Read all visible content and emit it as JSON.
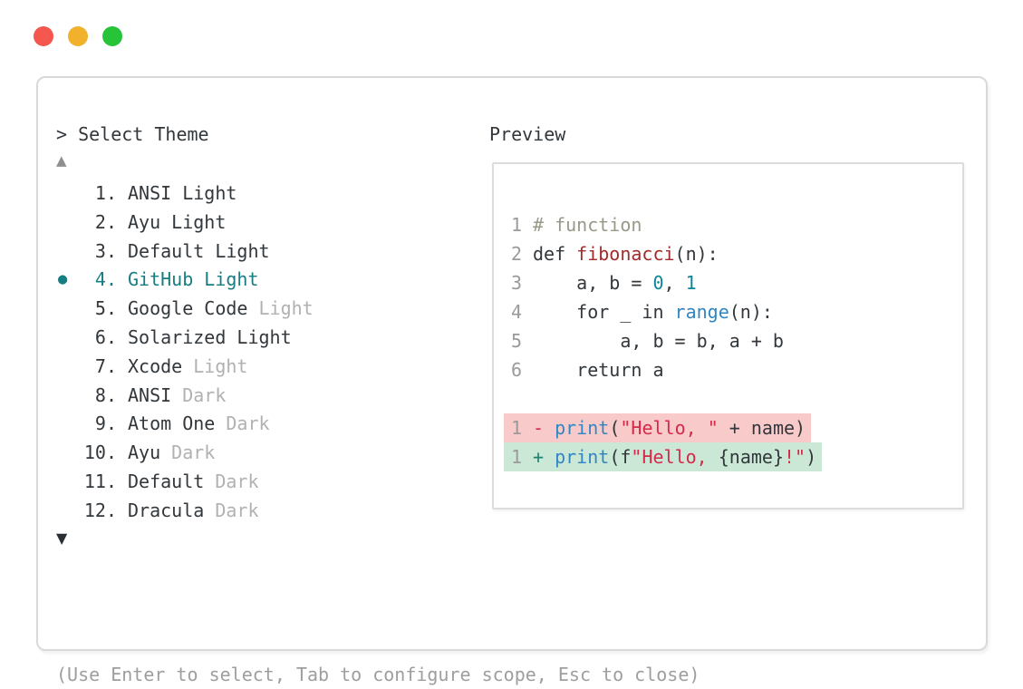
{
  "window": {
    "controls": [
      {
        "name": "close",
        "color": "#f4574e"
      },
      {
        "name": "minimize",
        "color": "#f2b12c"
      },
      {
        "name": "maximize",
        "color": "#27c43a"
      }
    ]
  },
  "colors": {
    "accent_teal": "#177d82",
    "text_dark": "#32373c",
    "text_muted": "#9e9e9e",
    "variant_muted": "#b1b1b1",
    "comment": "#999988",
    "function_name": "#a12a2a",
    "number_literal": "#0b879b",
    "builtin": "#3186c2",
    "string": "#d5294a",
    "diff_removed_bg": "#f8caca",
    "diff_added_bg": "#cbe8d6",
    "border": "#d9d9d9"
  },
  "theme_picker": {
    "prompt": "> Select Theme",
    "scroll_up_indicator": "▲",
    "scroll_down_indicator": "▼",
    "selected_marker": "●",
    "items": [
      {
        "number": "1.",
        "name": "ANSI Light",
        "variant": "",
        "selected": false
      },
      {
        "number": "2.",
        "name": "Ayu Light",
        "variant": "",
        "selected": false
      },
      {
        "number": "3.",
        "name": "Default Light",
        "variant": "",
        "selected": false
      },
      {
        "number": "4.",
        "name": "GitHub Light",
        "variant": "",
        "selected": true
      },
      {
        "number": "5.",
        "name": "Google Code",
        "variant": "Light",
        "selected": false
      },
      {
        "number": "6.",
        "name": "Solarized Light",
        "variant": "",
        "selected": false
      },
      {
        "number": "7.",
        "name": "Xcode",
        "variant": "Light",
        "selected": false
      },
      {
        "number": "8.",
        "name": "ANSI",
        "variant": "Dark",
        "selected": false
      },
      {
        "number": "9.",
        "name": "Atom One",
        "variant": "Dark",
        "selected": false
      },
      {
        "number": "10.",
        "name": "Ayu",
        "variant": "Dark",
        "selected": false
      },
      {
        "number": "11.",
        "name": "Default",
        "variant": "Dark",
        "selected": false
      },
      {
        "number": "12.",
        "name": "Dracula",
        "variant": "Dark",
        "selected": false
      }
    ],
    "hint": "(Use Enter to select, Tab to configure scope, Esc to close)"
  },
  "preview": {
    "label": "Preview",
    "code_lines": [
      {
        "no": "1",
        "bg": "",
        "tokens": [
          {
            "t": "# function",
            "c": "comment"
          }
        ]
      },
      {
        "no": "2",
        "bg": "",
        "tokens": [
          {
            "t": "def ",
            "c": "text"
          },
          {
            "t": "fibonacci",
            "c": "func"
          },
          {
            "t": "(n):",
            "c": "text"
          }
        ]
      },
      {
        "no": "3",
        "bg": "",
        "tokens": [
          {
            "t": "    a, b = ",
            "c": "text"
          },
          {
            "t": "0",
            "c": "num"
          },
          {
            "t": ", ",
            "c": "text"
          },
          {
            "t": "1",
            "c": "num"
          }
        ]
      },
      {
        "no": "4",
        "bg": "",
        "tokens": [
          {
            "t": "    for _ in ",
            "c": "text"
          },
          {
            "t": "range",
            "c": "builtin"
          },
          {
            "t": "(n):",
            "c": "text"
          }
        ]
      },
      {
        "no": "5",
        "bg": "",
        "tokens": [
          {
            "t": "        a, b = b, a + b",
            "c": "text"
          }
        ]
      },
      {
        "no": "6",
        "bg": "",
        "tokens": [
          {
            "t": "    return a",
            "c": "text"
          }
        ]
      },
      {
        "no": "",
        "bg": "",
        "tokens": []
      },
      {
        "no": "1",
        "bg": "removed",
        "tokens": [
          {
            "t": "- ",
            "c": "minus"
          },
          {
            "t": "print",
            "c": "builtin"
          },
          {
            "t": "(",
            "c": "text"
          },
          {
            "t": "\"Hello, \"",
            "c": "str"
          },
          {
            "t": " + name)",
            "c": "text"
          }
        ]
      },
      {
        "no": "1",
        "bg": "added",
        "tokens": [
          {
            "t": "+ ",
            "c": "plus"
          },
          {
            "t": "print",
            "c": "builtin"
          },
          {
            "t": "(f",
            "c": "text"
          },
          {
            "t": "\"Hello, ",
            "c": "str"
          },
          {
            "t": "{name}",
            "c": "text"
          },
          {
            "t": "!\"",
            "c": "str"
          },
          {
            "t": ")",
            "c": "text"
          }
        ]
      }
    ]
  }
}
